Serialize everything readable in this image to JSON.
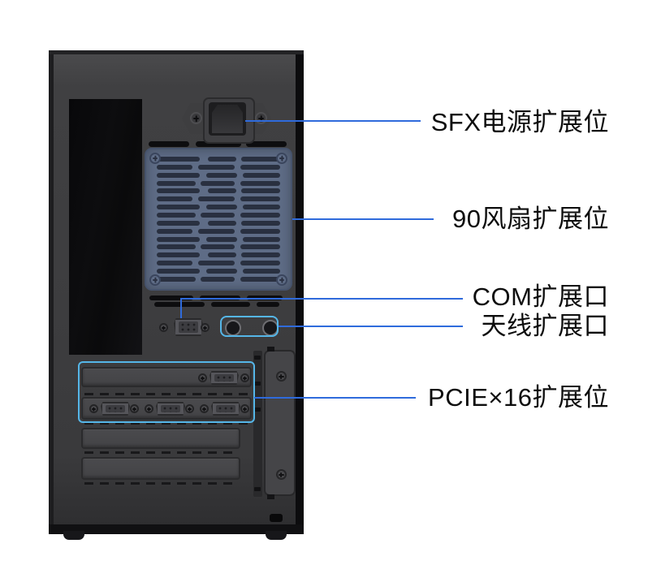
{
  "page": {
    "background": "#ffffff"
  },
  "colors": {
    "leader_line": "#2f6bdc",
    "highlight_box": "#55b6e8",
    "grille": "#5e6c86",
    "grille_slot": "#293040",
    "label_text": "#0d0d0d"
  },
  "labels": {
    "sfx": {
      "text": "SFX电源扩展位"
    },
    "fan": {
      "text": "90风扇扩展位"
    },
    "com": {
      "text": "COM扩展口"
    },
    "antenna": {
      "text": "天线扩展口"
    },
    "pcie": {
      "text": "PCIE×16扩展位"
    }
  }
}
